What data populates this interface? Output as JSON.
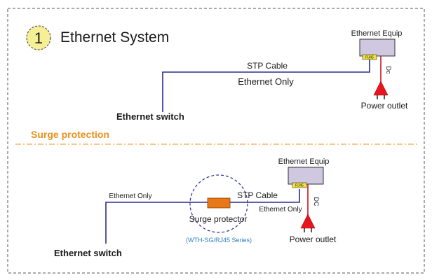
{
  "title": {
    "number": "1",
    "text": "Ethernet System"
  },
  "top": {
    "equip_label": "Ethernet Equip",
    "port_label": "RJ45",
    "cable_label": "STP Cable",
    "line_label": "Ethernet Only",
    "dc_label": "Dc",
    "power_label": "Power outlet",
    "switch_label": "Ethernet switch"
  },
  "section": {
    "label": "Surge protection"
  },
  "bottom": {
    "equip_label": "Ethernet Equip",
    "port_label": "RJ45",
    "line_left_label": "Ethernet Only",
    "cable_label": "STP Cable",
    "line_right_label": "Ethernet Only",
    "dc_label": "DC",
    "protector_label": "Surge protector",
    "series_label": "(WTH-SG/RJ45 Series)",
    "power_label": "Power outlet",
    "switch_label": "Ethernet switch"
  },
  "colors": {
    "cable": "#2b2b8f",
    "power_line": "#c8141e",
    "outlet": "#e8141e",
    "equip_fill": "#cfc8e0",
    "port_fill": "#f2e23a",
    "protector_fill": "#e87818",
    "badge_fill": "#f6ef95",
    "section": "#e8901c",
    "series": "#2a7fc8"
  }
}
